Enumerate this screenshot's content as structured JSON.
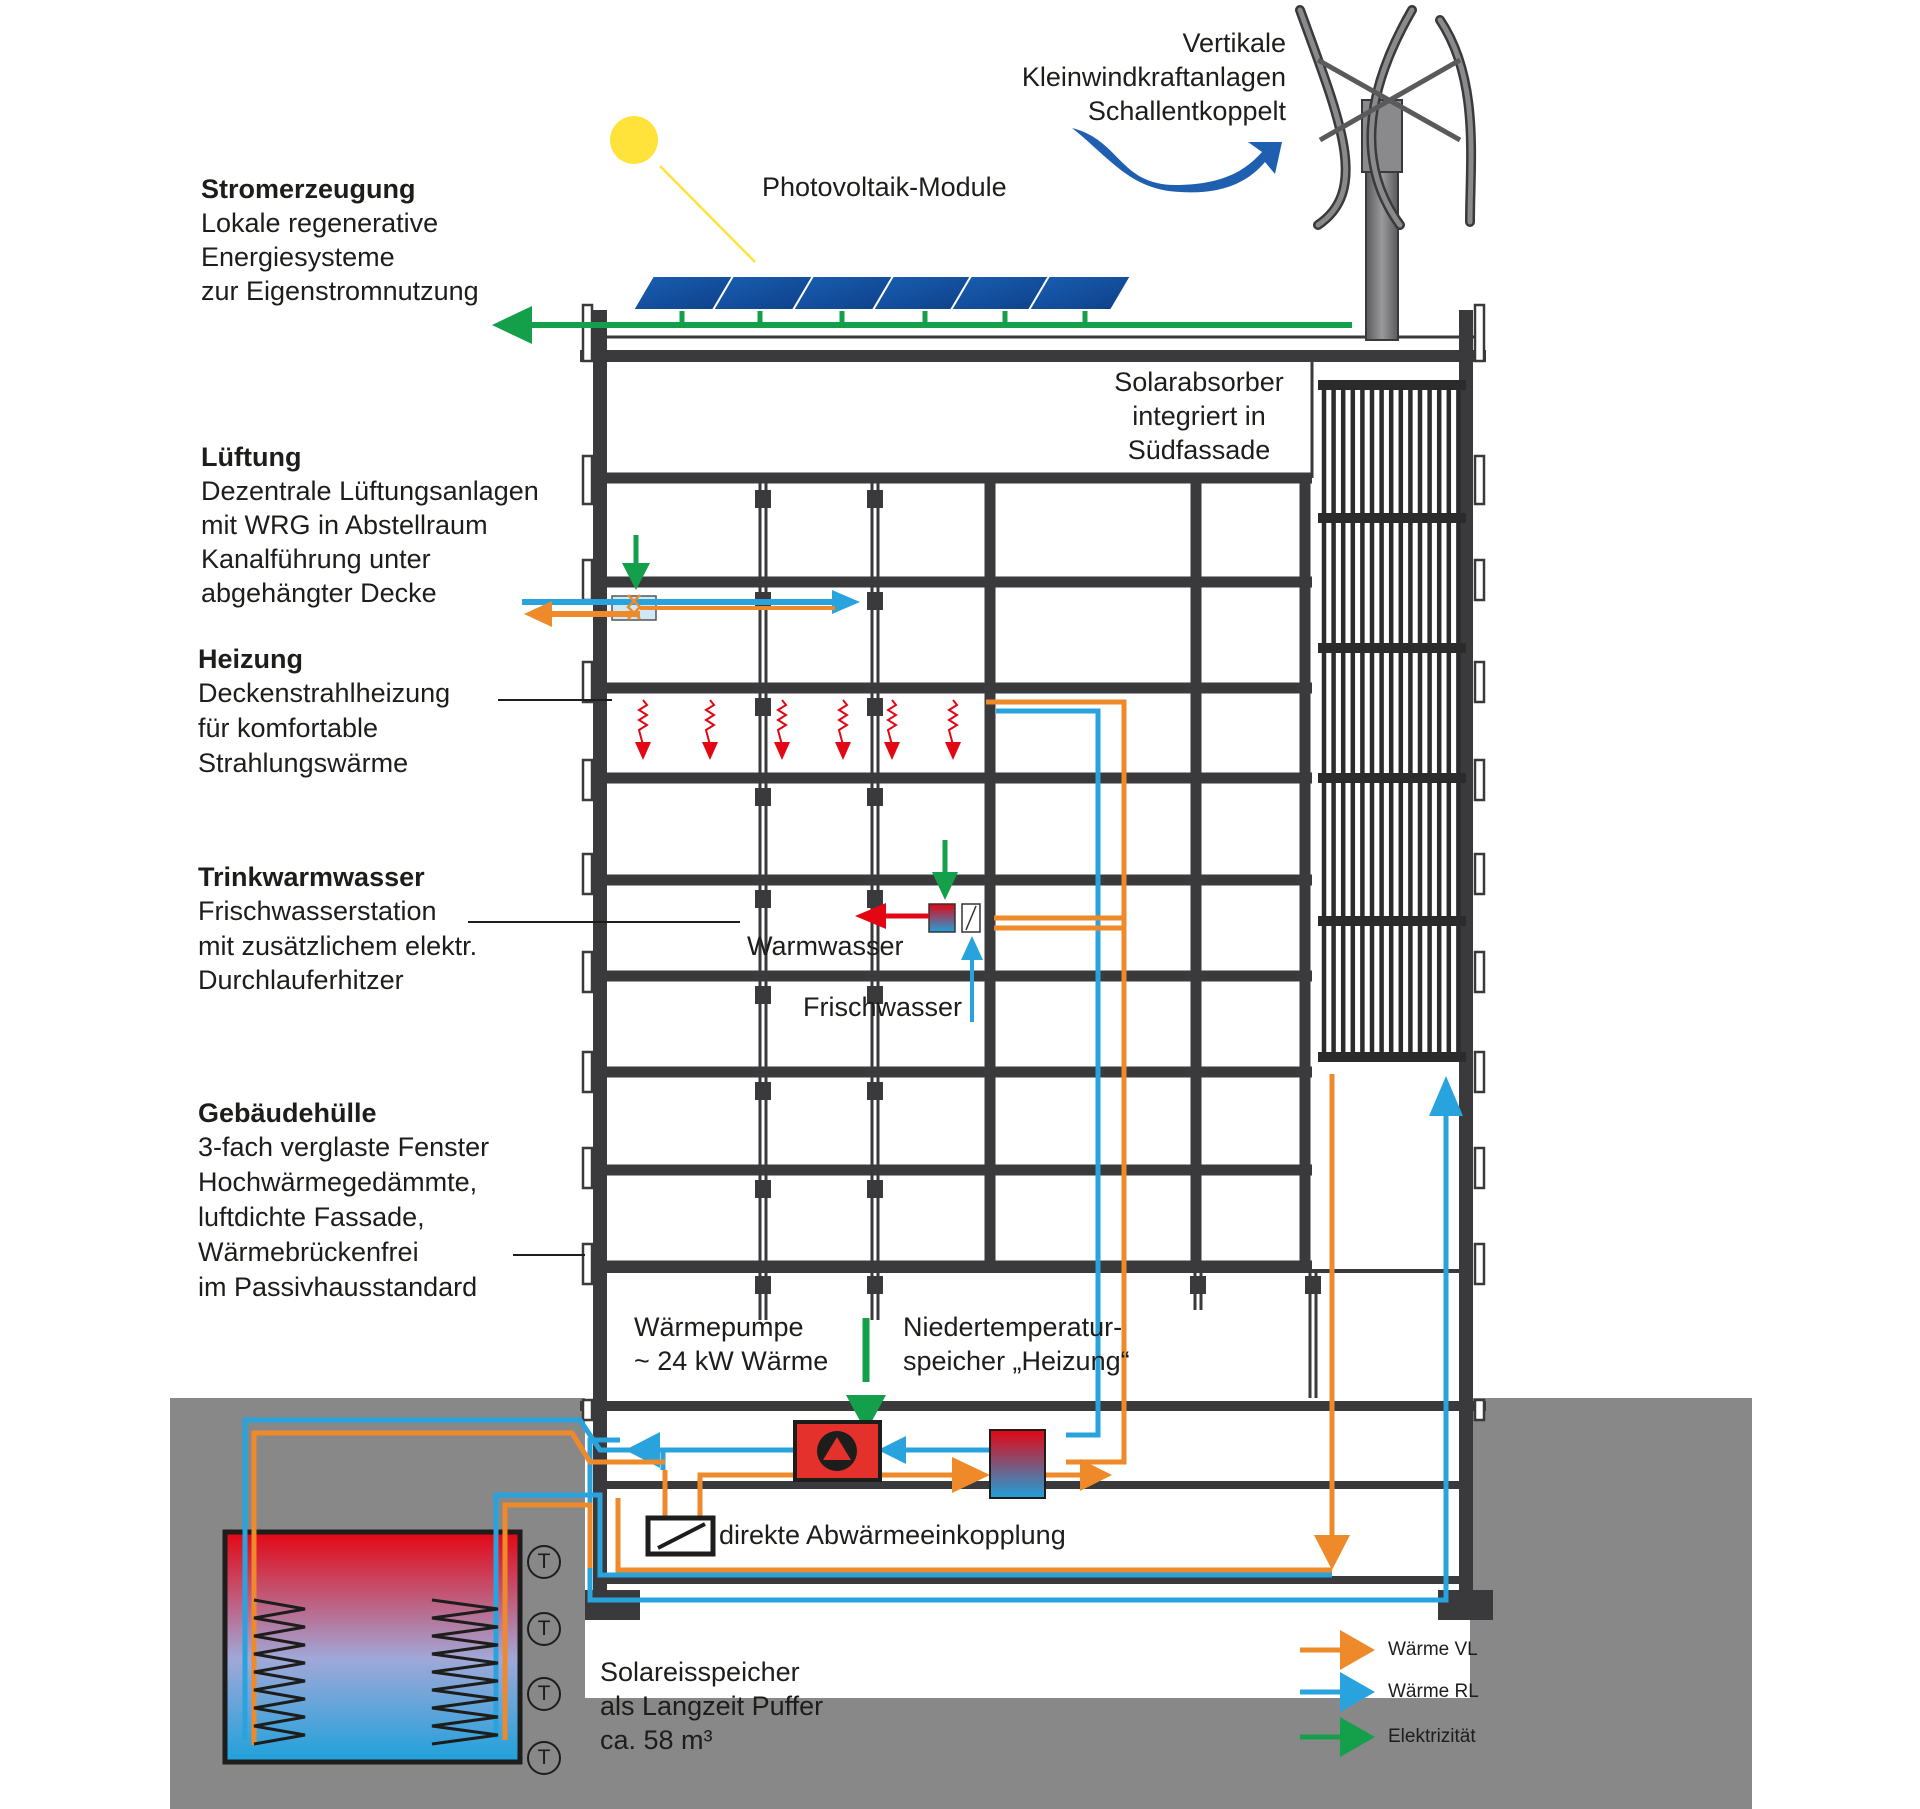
{
  "sections": {
    "strom": {
      "title": "Stromerzeugung",
      "l1": "Lokale regenerative",
      "l2": "Energiesysteme",
      "l3": "zur Eigenstromnutzung"
    },
    "lueftung": {
      "title": "Lüftung",
      "l1": "Dezentrale Lüftungsanlagen",
      "l2": "mit WRG in Abstellraum",
      "l3": "Kanalführung unter",
      "l4": "abgehängter Decke"
    },
    "heizung": {
      "title": "Heizung",
      "l1": "Deckenstrahlheizung",
      "l2": "für komfortable",
      "l3": "Strahlungswärme"
    },
    "trinkwasser": {
      "title": "Trinkwarmwasser",
      "l1": "Frischwasserstation",
      "l2": "mit zusätzlichem elektr.",
      "l3": "Durchlauferhitzer"
    },
    "huelle": {
      "title": "Gebäudehülle",
      "l1": "3-fach verglaste Fenster",
      "l2": "Hochwärmegedämmte,",
      "l3": "luftdichte Fassade,",
      "l4": "Wärmebrückenfrei",
      "l5": "im Passivhausstandard"
    }
  },
  "labels": {
    "pv": "Photovoltaik-Module",
    "wind1": "Vertikale",
    "wind2": "Kleinwindkraftanlagen",
    "wind3": "Schallentkoppelt",
    "solar1": "Solarabsorber",
    "solar2": "integriert in",
    "solar3": "Südfassade",
    "warmwasser": "Warmwasser",
    "frischwasser": "Frischwasser",
    "wp1": "Wärmepumpe",
    "wp2": "~ 24 kW Wärme",
    "nt1": "Niedertemperatur-",
    "nt2": "speicher „Heizung“",
    "abwaerme": "direkte Abwärmeeinkopplung",
    "eis1": "Solareisspeicher",
    "eis2": "als Langzeit Puffer",
    "eis3": "ca. 58 m³",
    "sensor": "T"
  },
  "legend": [
    {
      "label": "Wärme VL",
      "color": "#ee8a2a"
    },
    {
      "label": "Wärme RL",
      "color": "#29a3dd"
    },
    {
      "label": "Elektrizität",
      "color": "#14a04a"
    }
  ],
  "colors": {
    "heat_supply": "#ee8a2a",
    "heat_return": "#29a3dd",
    "electricity": "#14a04a",
    "structure": "#3a3a3c",
    "ground": "#888888",
    "pv_panel": "#1a5fb4",
    "sun": "#ffe33b",
    "radiation": "#e30613"
  }
}
